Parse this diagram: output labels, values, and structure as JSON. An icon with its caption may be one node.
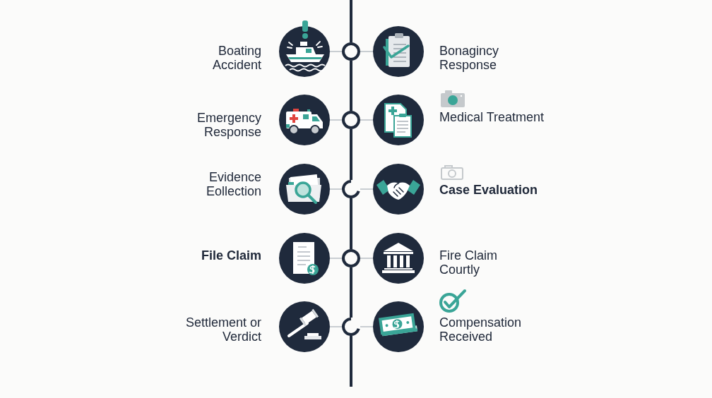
{
  "diagram": {
    "nodes": [
      {
        "text": [],
        "shape": "picture",
        "beside": [
          "Boating Accident"
        ]
      },
      {
        "text": [],
        "shape": "circle"
      },
      {
        "text": [],
        "shape": "picture",
        "beside": [
          "Bonagincy Response"
        ]
      },
      {
        "text": [],
        "shape": "picture",
        "beside": [
          "Emergency Response"
        ]
      },
      {
        "text": [],
        "shape": "circle"
      },
      {
        "text": [],
        "shape": "picture",
        "beside": [
          "Medical Treatment"
        ]
      },
      {
        "text": [],
        "shape": "picture",
        "beside": [
          "Evidence Eollection"
        ]
      },
      {
        "text": [],
        "shape": "circle"
      },
      {
        "text": [],
        "shape": "picture",
        "beside": [
          "Case Evaluation"
        ]
      },
      {
        "text": [],
        "shape": "picture",
        "beside": [
          "File Claim"
        ]
      },
      {
        "text": [],
        "shape": "circle"
      },
      {
        "text": [],
        "shape": "picture",
        "beside": [
          "Fire Claim Courtly"
        ]
      },
      {
        "text": [],
        "shape": "picture",
        "beside": [
          "Settlement or Verdict"
        ]
      },
      {
        "text": [],
        "shape": "circle"
      },
      {
        "text": [],
        "shape": "picture",
        "beside": [
          "Compensation Received"
        ]
      }
    ],
    "edges": [
      {
        "from": null,
        "to": 1,
        "arrow": "none",
        "style": "thick",
        "color": "#1f2a3c"
      },
      {
        "from": 0,
        "to": 1,
        "arrow": "none"
      },
      {
        "from": 1,
        "to": 2,
        "arrow": "none"
      },
      {
        "from": 1,
        "to": 4,
        "arrow": "none",
        "style": "thick",
        "color": "#1f2a3c"
      },
      {
        "from": 3,
        "to": 4,
        "arrow": "none"
      },
      {
        "from": 4,
        "to": 5,
        "arrow": "none"
      },
      {
        "from": 4,
        "to": 7,
        "arrow": "none",
        "style": "thick",
        "color": "#1f2a3c"
      },
      {
        "from": 6,
        "to": 7,
        "arrow": "none"
      },
      {
        "from": 7,
        "to": 8,
        "arrow": "none"
      },
      {
        "from": 7,
        "to": 10,
        "arrow": "none",
        "style": "thick",
        "color": "#1f2a3c"
      },
      {
        "from": 9,
        "to": 10,
        "arrow": "none"
      },
      {
        "from": 10,
        "to": 11,
        "arrow": "none"
      },
      {
        "from": 10,
        "to": 13,
        "arrow": "none",
        "style": "thick",
        "color": "#1f2a3c"
      },
      {
        "from": 12,
        "to": 13,
        "arrow": "none"
      },
      {
        "from": 13,
        "to": 14,
        "arrow": "none"
      },
      {
        "from": 13,
        "to": null,
        "arrow": "none",
        "style": "thick",
        "color": "#1f2a3c"
      }
    ]
  }
}
